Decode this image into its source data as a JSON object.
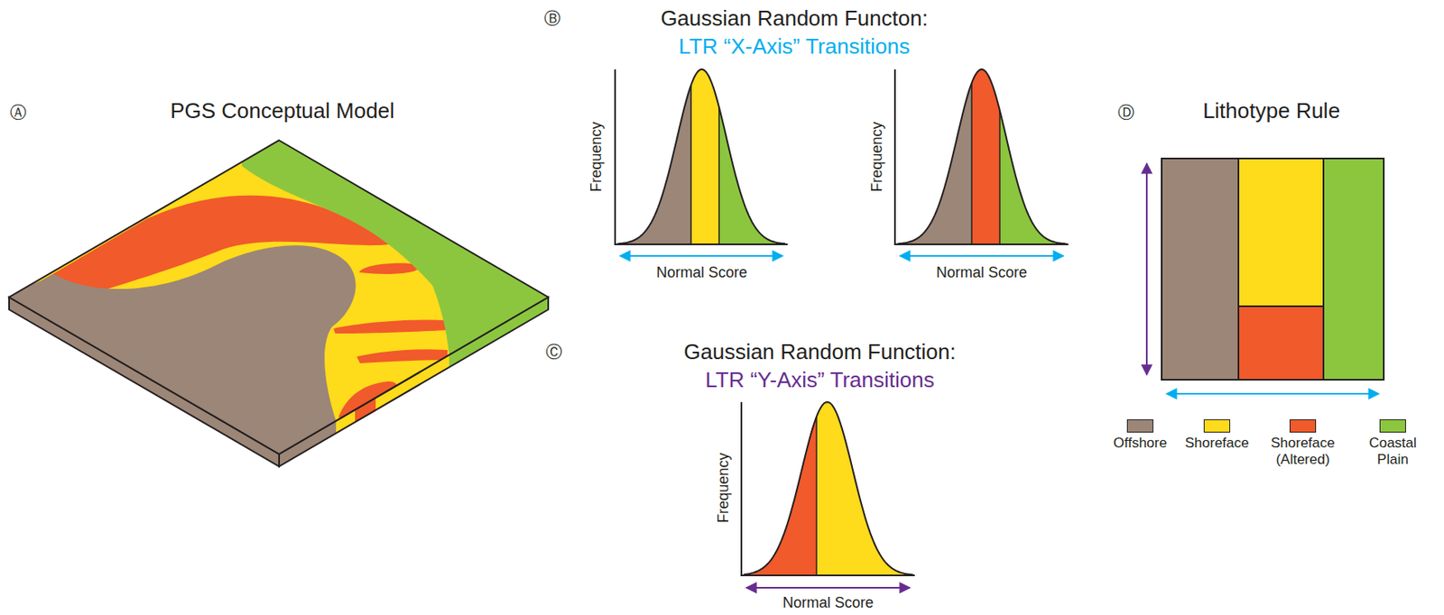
{
  "diagram": {
    "labels": [
      "Ⓐ",
      "PGS Conceptual Model",
      "Ⓑ",
      "Gaussian Random Functon:",
      "LTR “X-Axis” Transitions",
      "Frequency",
      "Normal Score",
      "Frequency",
      "Normal Score",
      "Ⓒ",
      "Gaussian Random Function:",
      "LTR “Y-Axis” Transitions",
      "Frequency",
      "Normal Score",
      "Ⓓ",
      "Lithotype Rule"
    ],
    "legend": [
      {
        "text": "Offshore",
        "color": "#9c8677"
      },
      {
        "text": "Shoreface",
        "color": "#fedb1b"
      },
      {
        "text": "Shoreface (Altered)",
        "color": "#f15a2b"
      },
      {
        "text": "Coastal Plain",
        "color": "#8cc63f"
      }
    ]
  }
}
